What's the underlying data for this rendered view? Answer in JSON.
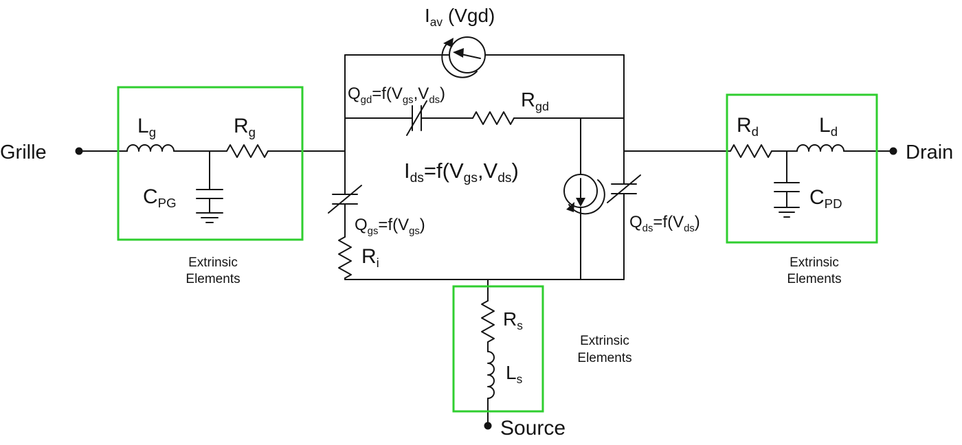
{
  "colors": {
    "box_green": "#2fce2f",
    "line": "#141414"
  },
  "labels": {
    "grille": "Grille",
    "drain": "Drain",
    "source": "Source",
    "lg": [
      {
        "t": "L"
      },
      {
        "t": "g",
        "s": 1
      }
    ],
    "rg": [
      {
        "t": "R"
      },
      {
        "t": "g",
        "s": 1
      }
    ],
    "cpg": [
      {
        "t": "C"
      },
      {
        "t": "PG",
        "s": 1
      }
    ],
    "iav": [
      {
        "t": "I"
      },
      {
        "t": "av",
        "s": 1
      },
      {
        "t": " (Vgd)"
      }
    ],
    "qgd": [
      {
        "t": "Q"
      },
      {
        "t": "gd",
        "s": 1
      },
      {
        "t": "=f(V"
      },
      {
        "t": "gs",
        "s": 1
      },
      {
        "t": ",V"
      },
      {
        "t": "ds",
        "s": 1
      },
      {
        "t": ")"
      }
    ],
    "rgd": [
      {
        "t": "R"
      },
      {
        "t": "gd",
        "s": 1
      }
    ],
    "ids": [
      {
        "t": "I"
      },
      {
        "t": "ds",
        "s": 1
      },
      {
        "t": "=f(V"
      },
      {
        "t": "gs",
        "s": 1
      },
      {
        "t": ",V"
      },
      {
        "t": "ds",
        "s": 1
      },
      {
        "t": ")"
      }
    ],
    "qgs": [
      {
        "t": "Q"
      },
      {
        "t": "gs",
        "s": 1
      },
      {
        "t": "=f(V"
      },
      {
        "t": "gs",
        "s": 1
      },
      {
        "t": ")"
      }
    ],
    "qds": [
      {
        "t": "Q"
      },
      {
        "t": "ds",
        "s": 1
      },
      {
        "t": "=f(V"
      },
      {
        "t": "ds",
        "s": 1
      },
      {
        "t": ")"
      }
    ],
    "ri": [
      {
        "t": "R"
      },
      {
        "t": "i",
        "s": 1
      }
    ],
    "rd": [
      {
        "t": "R"
      },
      {
        "t": "d",
        "s": 1
      }
    ],
    "ld": [
      {
        "t": "L"
      },
      {
        "t": "d",
        "s": 1
      }
    ],
    "cpd": [
      {
        "t": "C"
      },
      {
        "t": "PD",
        "s": 1
      }
    ],
    "rs": [
      {
        "t": "R"
      },
      {
        "t": "s",
        "s": 1
      }
    ],
    "ls": [
      {
        "t": "L"
      },
      {
        "t": "s",
        "s": 1
      }
    ],
    "extrinsic_line1": "Extrinsic",
    "extrinsic_line2": "Elements"
  }
}
